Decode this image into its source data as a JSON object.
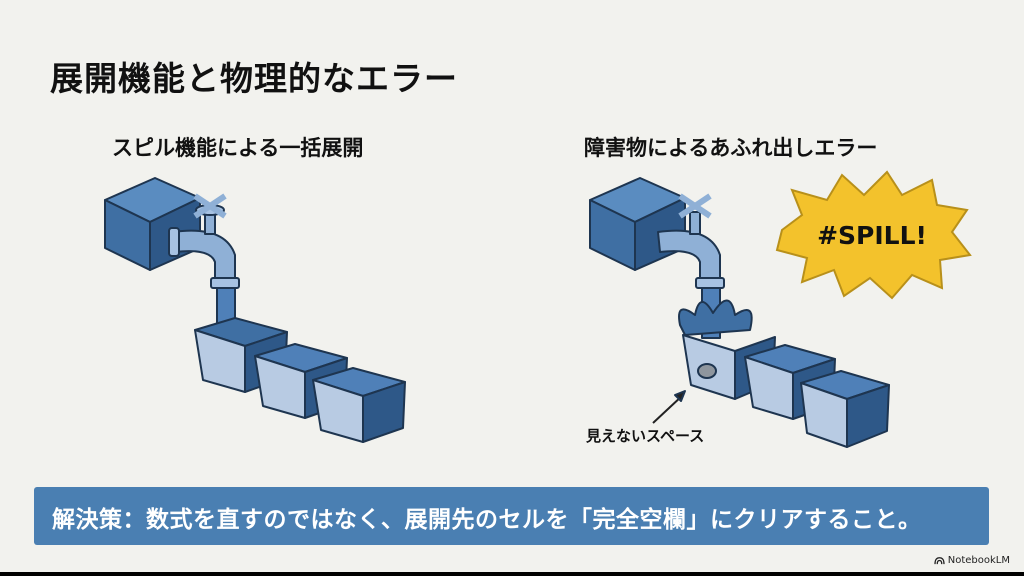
{
  "slide": {
    "title": "展開機能と物理的なエラー",
    "left_panel": {
      "subtitle": "スピル機能による一括展開"
    },
    "right_panel": {
      "subtitle": "障害物によるあふれ出しエラー",
      "burst_text": "#SPILL!",
      "annotation": "見えないスペース"
    },
    "banner": {
      "text": "解決策：数式を直すのではなく、展開先のセルを「完全空欄」にクリアすること。"
    },
    "brand": {
      "label": "NotebookLM"
    },
    "colors": {
      "background": "#f2f2ee",
      "banner": "#4a7fb2",
      "cube": "#3f6fa3",
      "cell_face": "#b8cbe3",
      "water": "#4f80b8",
      "burst": "#f3c22c"
    }
  }
}
